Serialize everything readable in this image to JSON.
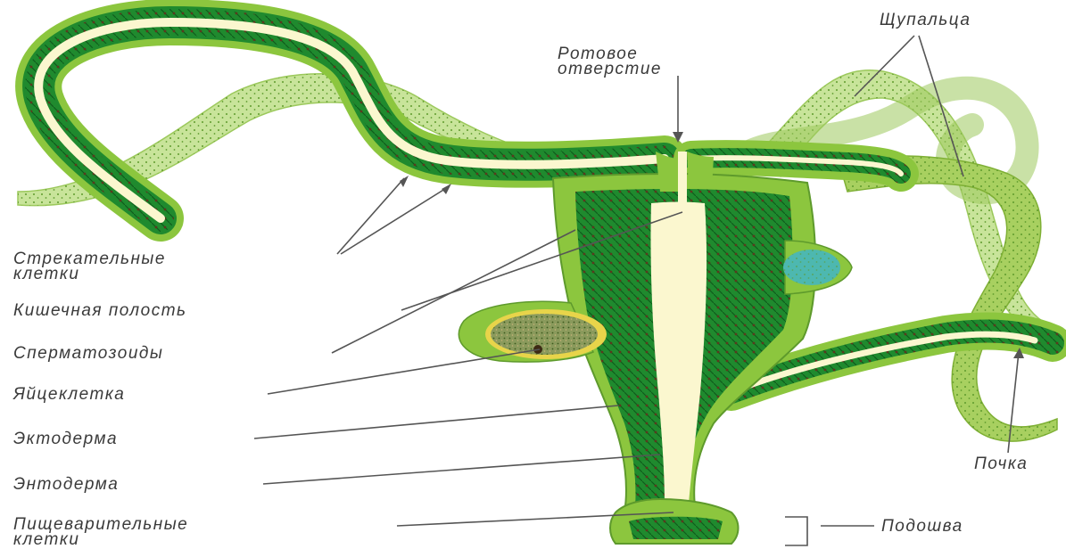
{
  "labels": {
    "mouth": [
      "Ротовое",
      "отверстие"
    ],
    "tentacles": "Щупальца",
    "stinging_cells": [
      "Стрекательные",
      "клетки"
    ],
    "gut_cavity": "Кишечная полость",
    "sperm": "Сперматозоиды",
    "egg": "Яйцеклетка",
    "ectoderm": "Эктодерма",
    "endoderm": "Энтодерма",
    "digestive_cells": [
      "Пищеварительные",
      "клетки"
    ],
    "bud": "Почка",
    "sole": "Подошва"
  },
  "colors": {
    "ectoderm": "#8cc63e",
    "ectoderm_light": "#c8e49a",
    "endoderm": "#1f8a2e",
    "endoderm_dark": "#5a3a1e",
    "cavity": "#fbf7cf",
    "egg": "#8a9a5c",
    "sperm": "#4db8b0",
    "label_text": "#3a3a3a",
    "leader_line": "#555555"
  }
}
